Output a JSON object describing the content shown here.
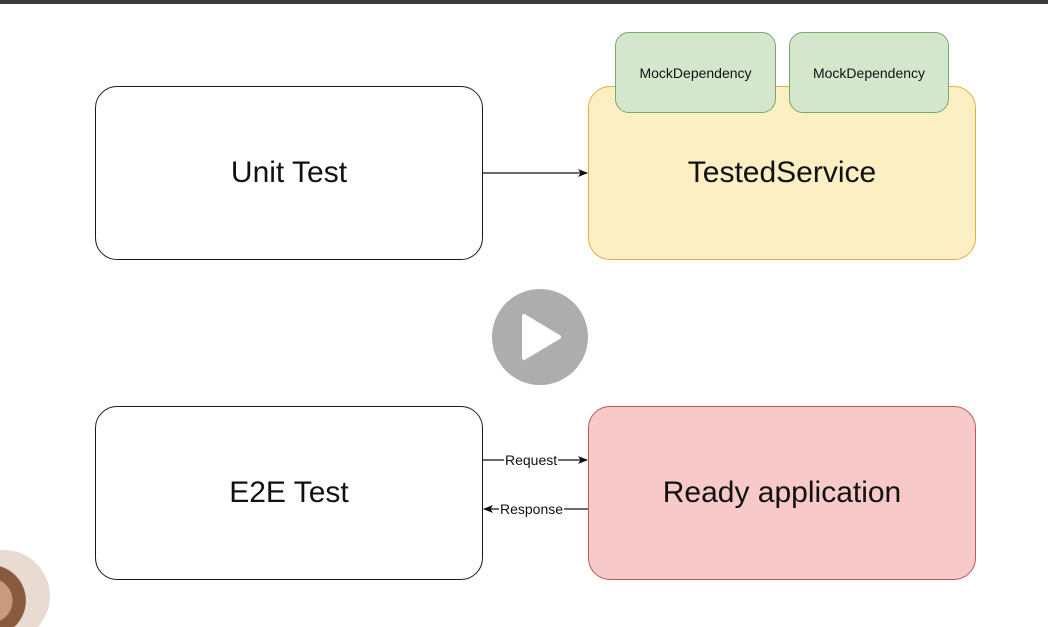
{
  "diagram": {
    "nodes": {
      "unit_test": "Unit Test",
      "tested_service": "TestedService",
      "mock_dependency_1": "MockDependency",
      "mock_dependency_2": "MockDependency",
      "e2e_test": "E2E Test",
      "ready_application": "Ready application"
    },
    "edges": {
      "request": "Request",
      "response": "Response"
    }
  },
  "video": {
    "play_icon": "play-icon"
  },
  "colors": {
    "tested_service_fill": "#fcefc4",
    "mock_fill": "#d4e7cd",
    "ready_application_fill": "#f7c9c9"
  }
}
